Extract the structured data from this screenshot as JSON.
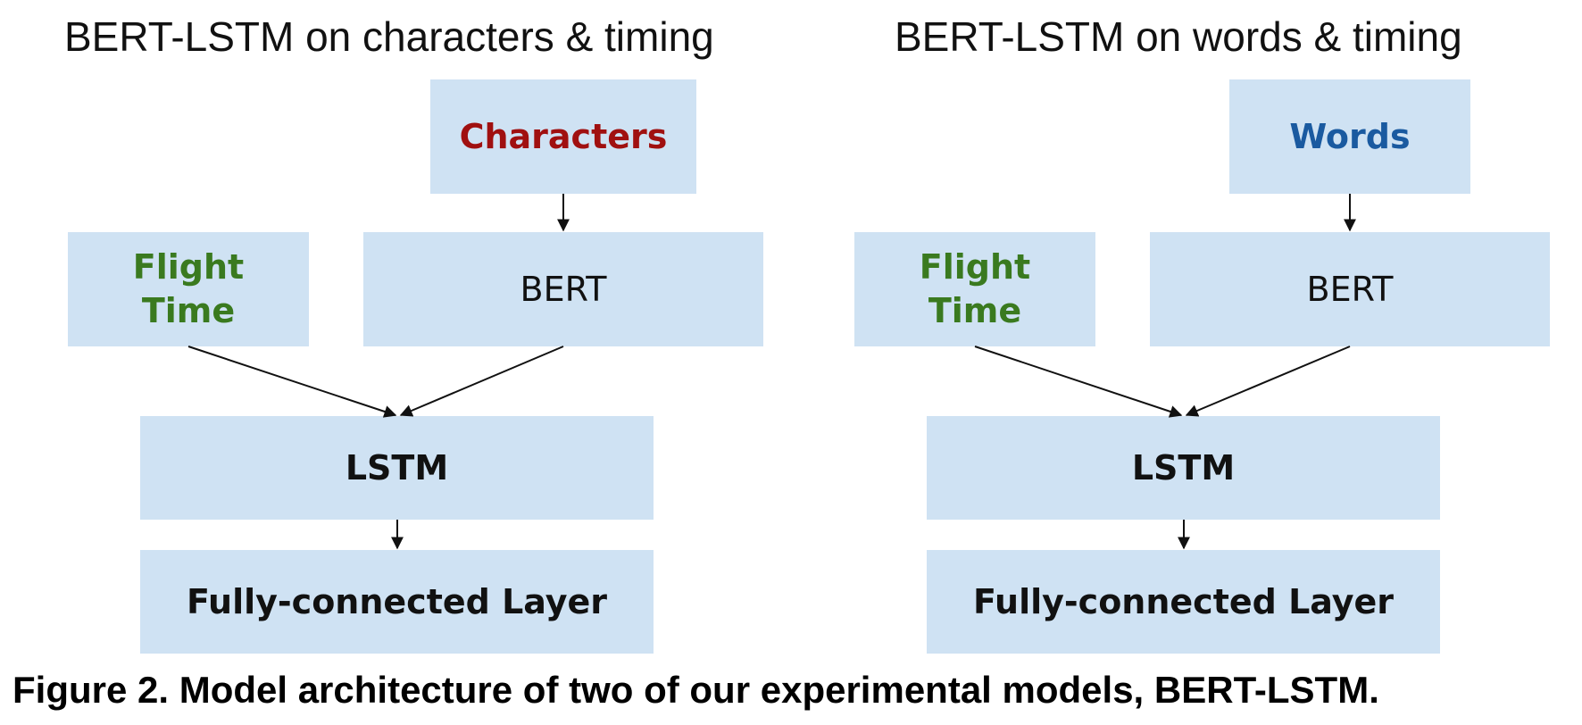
{
  "panels": [
    {
      "title": "BERT-LSTM on characters & timing",
      "input_label": "Characters",
      "encoder_label": "BERT",
      "timing_label_line1": "Flight",
      "timing_label_line2": "Time",
      "lstm_label": "LSTM",
      "fc_label": "Fully-connected Layer"
    },
    {
      "title": "BERT-LSTM on words & timing",
      "input_label": "Words",
      "encoder_label": "BERT",
      "timing_label_line1": "Flight",
      "timing_label_line2": "Time",
      "lstm_label": "LSTM",
      "fc_label": "Fully-connected Layer"
    }
  ],
  "caption": "Figure 2. Model architecture of two of our experimental models, BERT-LSTM.",
  "colors": {
    "box_fill": "#cfe2f3",
    "timing_text": "#3a7a1f",
    "characters_text": "#a01010",
    "words_text": "#1a5aa0",
    "arrow": "#111111"
  }
}
